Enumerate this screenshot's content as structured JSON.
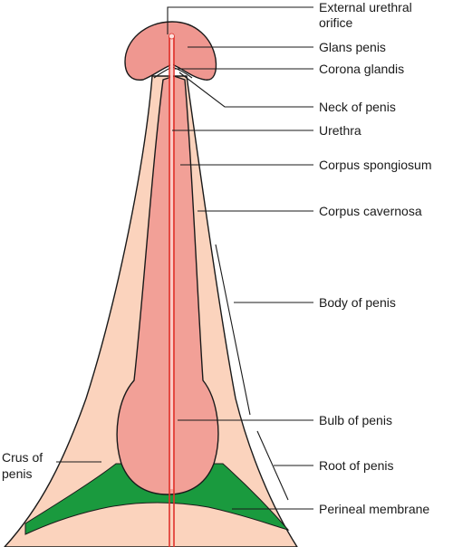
{
  "labels": {
    "external_urethral_orifice_line1": "External urethral",
    "external_urethral_orifice_line2": "orifice",
    "glans_penis": "Glans penis",
    "corona_glandis": "Corona glandis",
    "neck_of_penis": "Neck of penis",
    "urethra": "Urethra",
    "corpus_spongiosum": "Corpus spongiosum",
    "corpus_cavernosa": "Corpus cavernosa",
    "body_of_penis": "Body of penis",
    "bulb_of_penis": "Bulb of penis",
    "root_of_penis": "Root of penis",
    "perineal_membrane": "Perineal membrane",
    "crus_of_penis_line1": "Crus of",
    "crus_of_penis_line2": "penis"
  },
  "colors": {
    "cavernosa": "#fbd3bd",
    "spongiosum": "#f2a097",
    "glans": "#ef9790",
    "urethra": "#e0332c",
    "perineal_membrane": "#1a9a3e",
    "outline": "#1a1a1a"
  }
}
